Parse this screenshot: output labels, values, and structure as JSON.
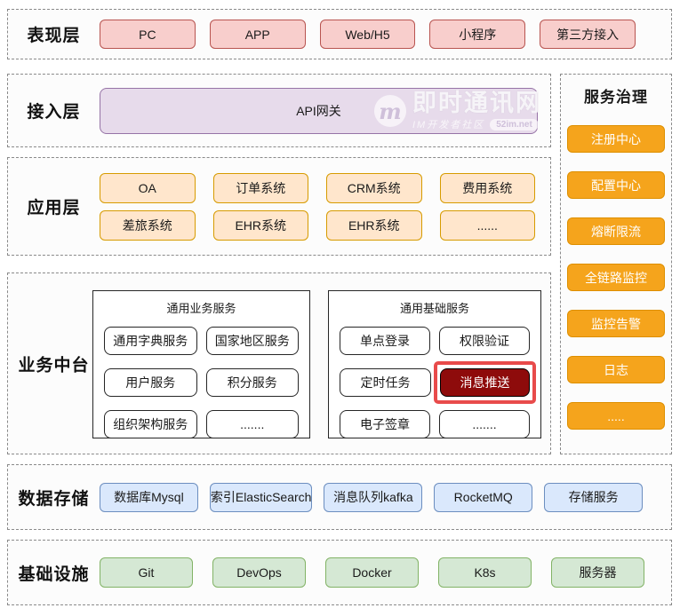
{
  "colors": {
    "pink_fill": "#F8CECC",
    "pink_border": "#B85450",
    "purple_fill": "#E7DBEB",
    "purple_border": "#9673A6",
    "orange_fill": "#FFE6CC",
    "orange_border": "#D79B00",
    "blue_fill": "#DAE8FC",
    "blue_border": "#6C8EBF",
    "green_fill": "#D5E8D4",
    "green_border": "#82B366",
    "governance_fill": "#F5A41C",
    "highlight_frame_red": "#E84B4B",
    "highlight_node_dark_red": "#8E0B0B"
  },
  "layers": {
    "presentation": {
      "label": "表现层",
      "items": [
        "PC",
        "APP",
        "Web/H5",
        "小程序",
        "第三方接入"
      ]
    },
    "access": {
      "label": "接入层",
      "gateway": "API网关"
    },
    "application": {
      "label": "应用层",
      "rows": [
        [
          "OA",
          "订单系统",
          "CRM系统",
          "费用系统"
        ],
        [
          "差旅系统",
          "EHR系统",
          "EHR系统",
          "......"
        ]
      ]
    },
    "business": {
      "label": "业务中台",
      "groups": [
        {
          "title": "通用业务服务",
          "rows": [
            [
              "通用字典服务",
              "国家地区服务"
            ],
            [
              "用户服务",
              "积分服务"
            ],
            [
              "组织架构服务",
              "......."
            ]
          ]
        },
        {
          "title": "通用基础服务",
          "rows": [
            [
              "单点登录",
              "权限验证"
            ],
            [
              "定时任务",
              "消息推送"
            ],
            [
              "电子签章",
              "......."
            ]
          ],
          "highlighted_item": "消息推送"
        }
      ]
    },
    "storage": {
      "label": "数据存储",
      "items": [
        "数据库Mysql",
        "索引ElasticSearch",
        "消息队列kafka",
        "RocketMQ",
        "存储服务"
      ]
    },
    "infrastructure": {
      "label": "基础设施",
      "items": [
        "Git",
        "DevOps",
        "Docker",
        "K8s",
        "服务器"
      ]
    }
  },
  "sidebar": {
    "title": "服务治理",
    "items": [
      "注册中心",
      "配置中心",
      "熔断限流",
      "全链路监控",
      "监控告警",
      "日志",
      "....."
    ]
  },
  "watermark": {
    "logo": "m",
    "title": "即时通讯网",
    "subtitle": "IM开发者社区",
    "badge": "52im.net"
  }
}
